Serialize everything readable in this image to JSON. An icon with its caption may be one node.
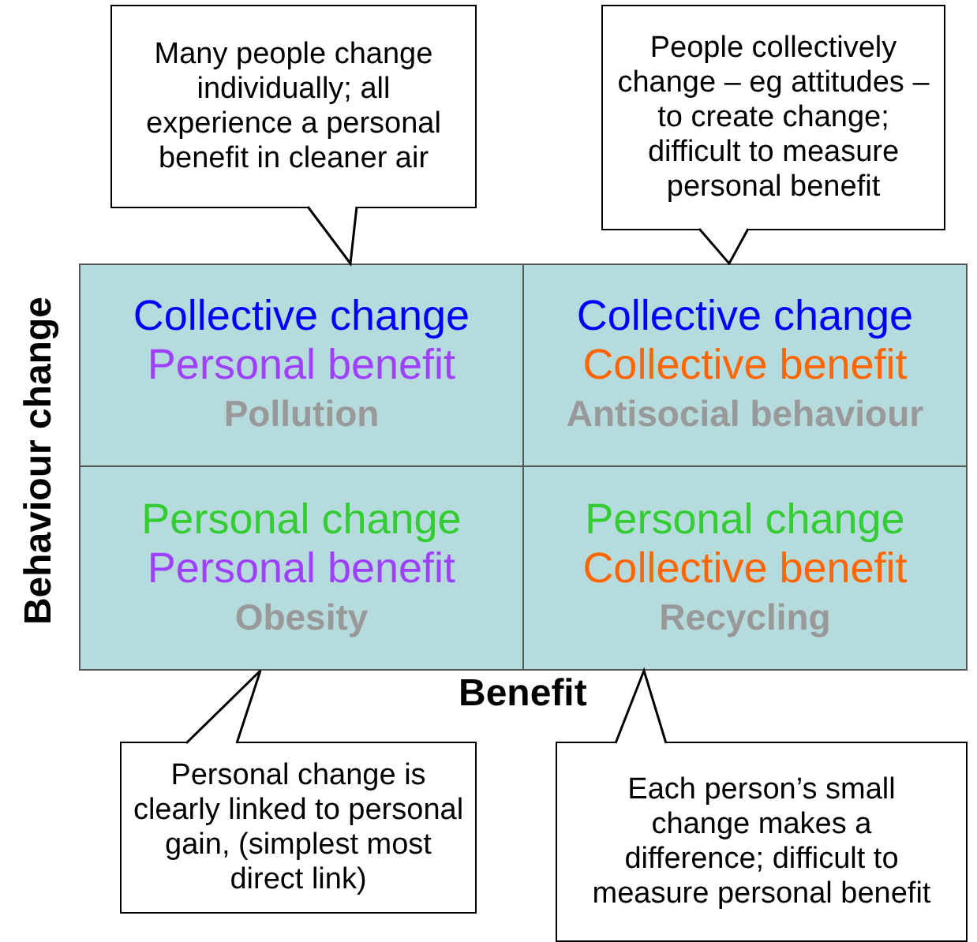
{
  "diagram": {
    "nodes": [
      {
        "text": [
          "Many people change individually; all experience a personal benefit in cleaner air"
        ]
      },
      {
        "text": [
          "People collectively change – eg attitudes – to create change; difficult to measure personal benefit"
        ]
      },
      {
        "text": [
          "Collective change",
          "Personal benefit",
          "Pollution"
        ]
      },
      {
        "text": [
          "Collective change",
          "Collective benefit",
          "Antisocial behaviour"
        ]
      },
      {
        "text": [
          "Personal change",
          "Personal benefit",
          "Obesity"
        ]
      },
      {
        "text": [
          "Personal change",
          "Collective benefit",
          "Recycling"
        ]
      },
      {
        "text": [
          "Personal change is clearly linked to personal gain, (simplest most direct link)"
        ]
      },
      {
        "text": [
          "Each person’s small change makes a difference; difficult to measure personal benefit"
        ]
      }
    ],
    "edges": [
      {
        "from": 0,
        "to": 2,
        "arrow": "to"
      },
      {
        "from": 1,
        "to": 3,
        "arrow": "to"
      },
      {
        "from": 6,
        "to": 4,
        "arrow": "to"
      },
      {
        "from": 7,
        "to": 5,
        "arrow": "to"
      }
    ],
    "labels": [
      "Behaviour change",
      "Benefit"
    ]
  }
}
